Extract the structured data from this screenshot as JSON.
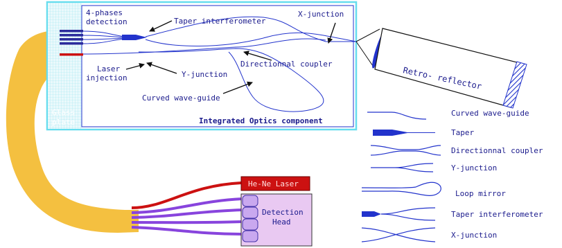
{
  "colors": {
    "chip_border": "#66ddee",
    "guide_blue": "#2233cc",
    "fiber_yellow": "#f4c040",
    "red_fiber": "#cc1111",
    "purple_fiber": "#8844dd",
    "laser_box": "#cc1111",
    "detector_fill": "#e9c9f2"
  },
  "chip": {
    "glass_plate": [
      "Glass",
      "plate"
    ],
    "phases_detection": [
      "4-phases",
      "detection"
    ],
    "laser_injection": [
      "Laser",
      "injection"
    ],
    "taper_interferometer": "Taper interferometer",
    "x_junction": "X-junction",
    "directional_coupler": "Directionnal coupler",
    "y_junction": "Y-junction",
    "curved_wave_guide": "Curved wave-guide",
    "component_title": "Integrated Optics component"
  },
  "retro_reflector": "Retro- reflector",
  "laser_label": "He-Ne Laser",
  "detection_head": [
    "Detection",
    "Head"
  ],
  "legend": [
    {
      "label": "Curved wave-guide",
      "icon": "curved-wave-guide-icon"
    },
    {
      "label": "Taper",
      "icon": "taper-icon"
    },
    {
      "label": "Directionnal coupler",
      "icon": "directional-coupler-icon"
    },
    {
      "label": "Y-junction",
      "icon": "y-junction-icon"
    },
    {
      "label": "Loop mirror",
      "icon": "loop-mirror-icon"
    },
    {
      "label": "Taper interferometer",
      "icon": "taper-interferometer-icon"
    },
    {
      "label": "X-junction",
      "icon": "x-junction-icon"
    }
  ]
}
